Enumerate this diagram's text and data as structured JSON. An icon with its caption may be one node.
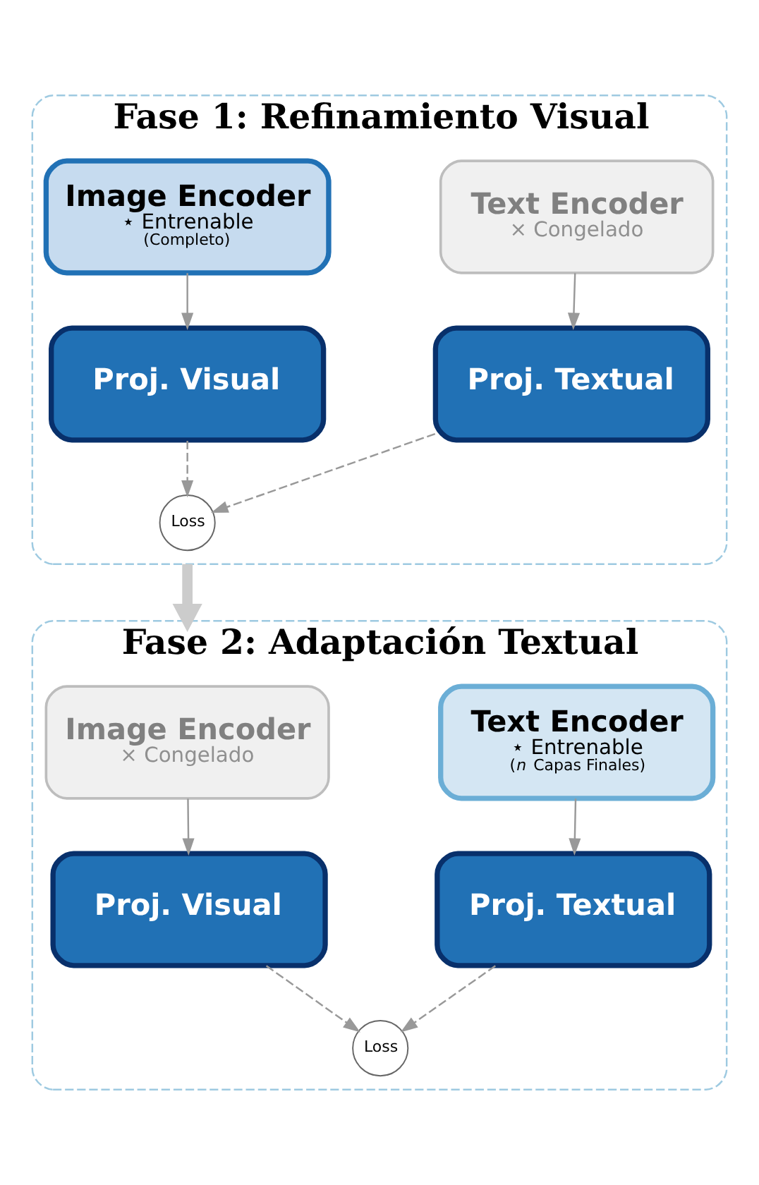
{
  "diagram": {
    "nodes": [
      {
        "text": [
          "Fase 1: Refinamiento Visual"
        ]
      },
      {
        "text": [
          "Image Encoder",
          "⋆ Entrenable",
          "(Completo)"
        ],
        "in": 0
      },
      {
        "text": [
          "Text Encoder",
          "× Congelado"
        ],
        "in": 0
      },
      {
        "text": [
          "Proj. Visual"
        ],
        "in": 0
      },
      {
        "text": [
          "Proj. Textual"
        ],
        "in": 0
      },
      {
        "text": [
          "Loss"
        ],
        "in": 0
      },
      {
        "text": [
          "Fase 2: Adaptación Textual"
        ]
      },
      {
        "text": [
          "Image Encoder",
          "× Congelado"
        ],
        "in": 6
      },
      {
        "text": [
          "Text Encoder",
          "⋆ Entrenable",
          "(*n* Capas Finales)"
        ],
        "in": 6
      },
      {
        "text": [
          "Proj. Visual"
        ],
        "in": 6
      },
      {
        "text": [
          "Proj. Textual"
        ],
        "in": 6
      },
      {
        "text": [
          "Loss"
        ],
        "in": 6
      }
    ],
    "edges": [
      {
        "from": 1,
        "to": 3,
        "arrow": "to"
      },
      {
        "from": 2,
        "to": 4,
        "arrow": "to"
      },
      {
        "from": 3,
        "to": 5,
        "arrow": "to",
        "style": "dashed"
      },
      {
        "from": 4,
        "to": 5,
        "arrow": "to",
        "style": "dashed"
      },
      {
        "from": 0,
        "to": 6,
        "arrow": "to",
        "style": "thick",
        "color": "#cccccc"
      },
      {
        "from": 7,
        "to": 9,
        "arrow": "to"
      },
      {
        "from": 8,
        "to": 10,
        "arrow": "to"
      },
      {
        "from": 9,
        "to": 11,
        "arrow": "to",
        "style": "dashed"
      },
      {
        "from": 10,
        "to": 11,
        "arrow": "to",
        "style": "dashed"
      }
    ]
  }
}
